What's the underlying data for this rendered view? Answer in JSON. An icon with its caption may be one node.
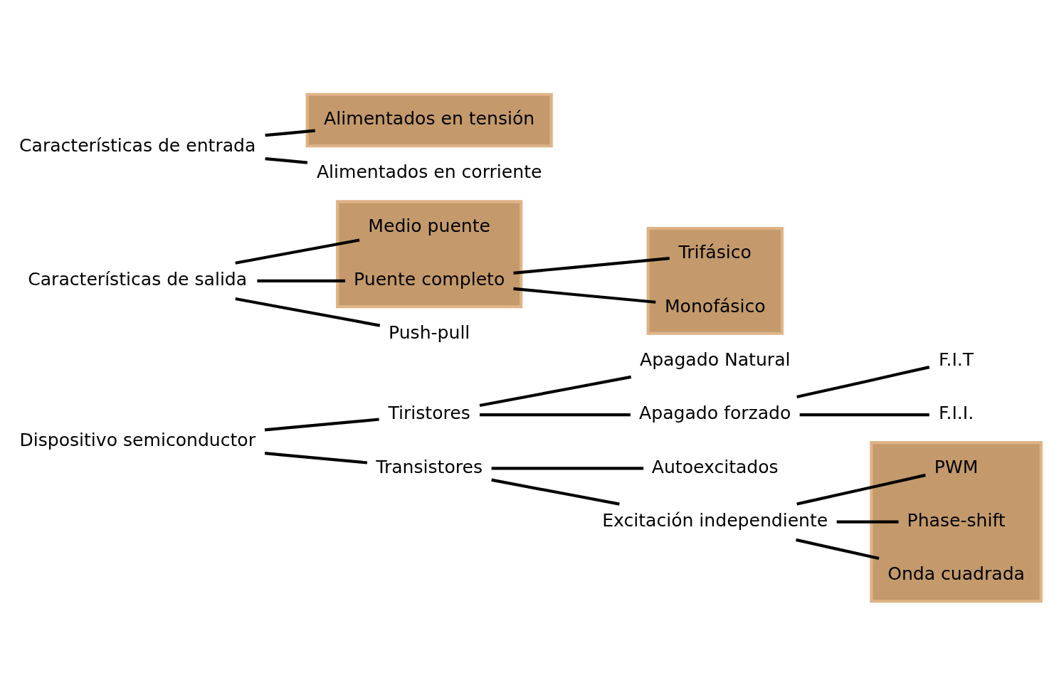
{
  "diagram": {
    "nodes": [
      {
        "text": [
          "Dispositivo semiconductor"
        ]
      },
      {
        "text": [
          "Tiristores"
        ]
      },
      {
        "text": [
          "Apagado Natural"
        ]
      },
      {
        "text": [
          "Apagado forzado"
        ]
      },
      {
        "text": [
          "F.I.T"
        ]
      },
      {
        "text": [
          "F.I.I."
        ]
      },
      {
        "text": [
          "Transistores"
        ]
      },
      {
        "text": [
          "Autoexcitados"
        ]
      },
      {
        "text": [
          "Excitación independiente"
        ]
      },
      {
        "text": [],
        "shape": "box"
      },
      {
        "text": [
          "PWM"
        ],
        "in": 9
      },
      {
        "text": [
          "Phase-shift"
        ],
        "in": 9
      },
      {
        "text": [
          "Onda cuadrada"
        ],
        "in": 9
      },
      {
        "text": [],
        "shape": "box"
      },
      {
        "text": [
          "Medio puente"
        ],
        "in": 13
      },
      {
        "text": [
          "Puente completo"
        ],
        "in": 13
      },
      {
        "text": [],
        "shape": "box"
      },
      {
        "text": [
          "Trifásico"
        ],
        "in": 16
      },
      {
        "text": [
          "Monofásico"
        ],
        "in": 16
      },
      {
        "text": [
          "Características de salida"
        ]
      },
      {
        "text": [
          "Push-pull"
        ]
      },
      {
        "text": [],
        "shape": "box"
      },
      {
        "text": [
          "Alimentados en tensión"
        ],
        "in": 21
      },
      {
        "text": [
          "Características de entrada"
        ]
      },
      {
        "text": [
          "Alimentados en corriente"
        ]
      }
    ],
    "edges": [
      {
        "from": 0,
        "to": 1,
        "arrow": "none"
      },
      {
        "from": 0,
        "to": 6,
        "arrow": "none"
      },
      {
        "from": 1,
        "to": 2,
        "arrow": "none"
      },
      {
        "from": 1,
        "to": 3,
        "arrow": "none"
      },
      {
        "from": 3,
        "to": 4,
        "arrow": "none"
      },
      {
        "from": 3,
        "to": 5,
        "arrow": "none"
      },
      {
        "from": 6,
        "to": 7,
        "arrow": "none"
      },
      {
        "from": 6,
        "to": 8,
        "arrow": "none"
      },
      {
        "from": 8,
        "to": 10,
        "arrow": "none"
      },
      {
        "from": 8,
        "to": 11,
        "arrow": "none"
      },
      {
        "from": 8,
        "to": 12,
        "arrow": "none"
      },
      {
        "from": 19,
        "to": 14,
        "arrow": "none"
      },
      {
        "from": 19,
        "to": 15,
        "arrow": "none"
      },
      {
        "from": 19,
        "to": 20,
        "arrow": "none"
      },
      {
        "from": 15,
        "to": 17,
        "arrow": "none"
      },
      {
        "from": 15,
        "to": 18,
        "arrow": "none"
      },
      {
        "from": 23,
        "to": 22,
        "arrow": "none"
      },
      {
        "from": 23,
        "to": 24,
        "arrow": "none"
      }
    ]
  }
}
